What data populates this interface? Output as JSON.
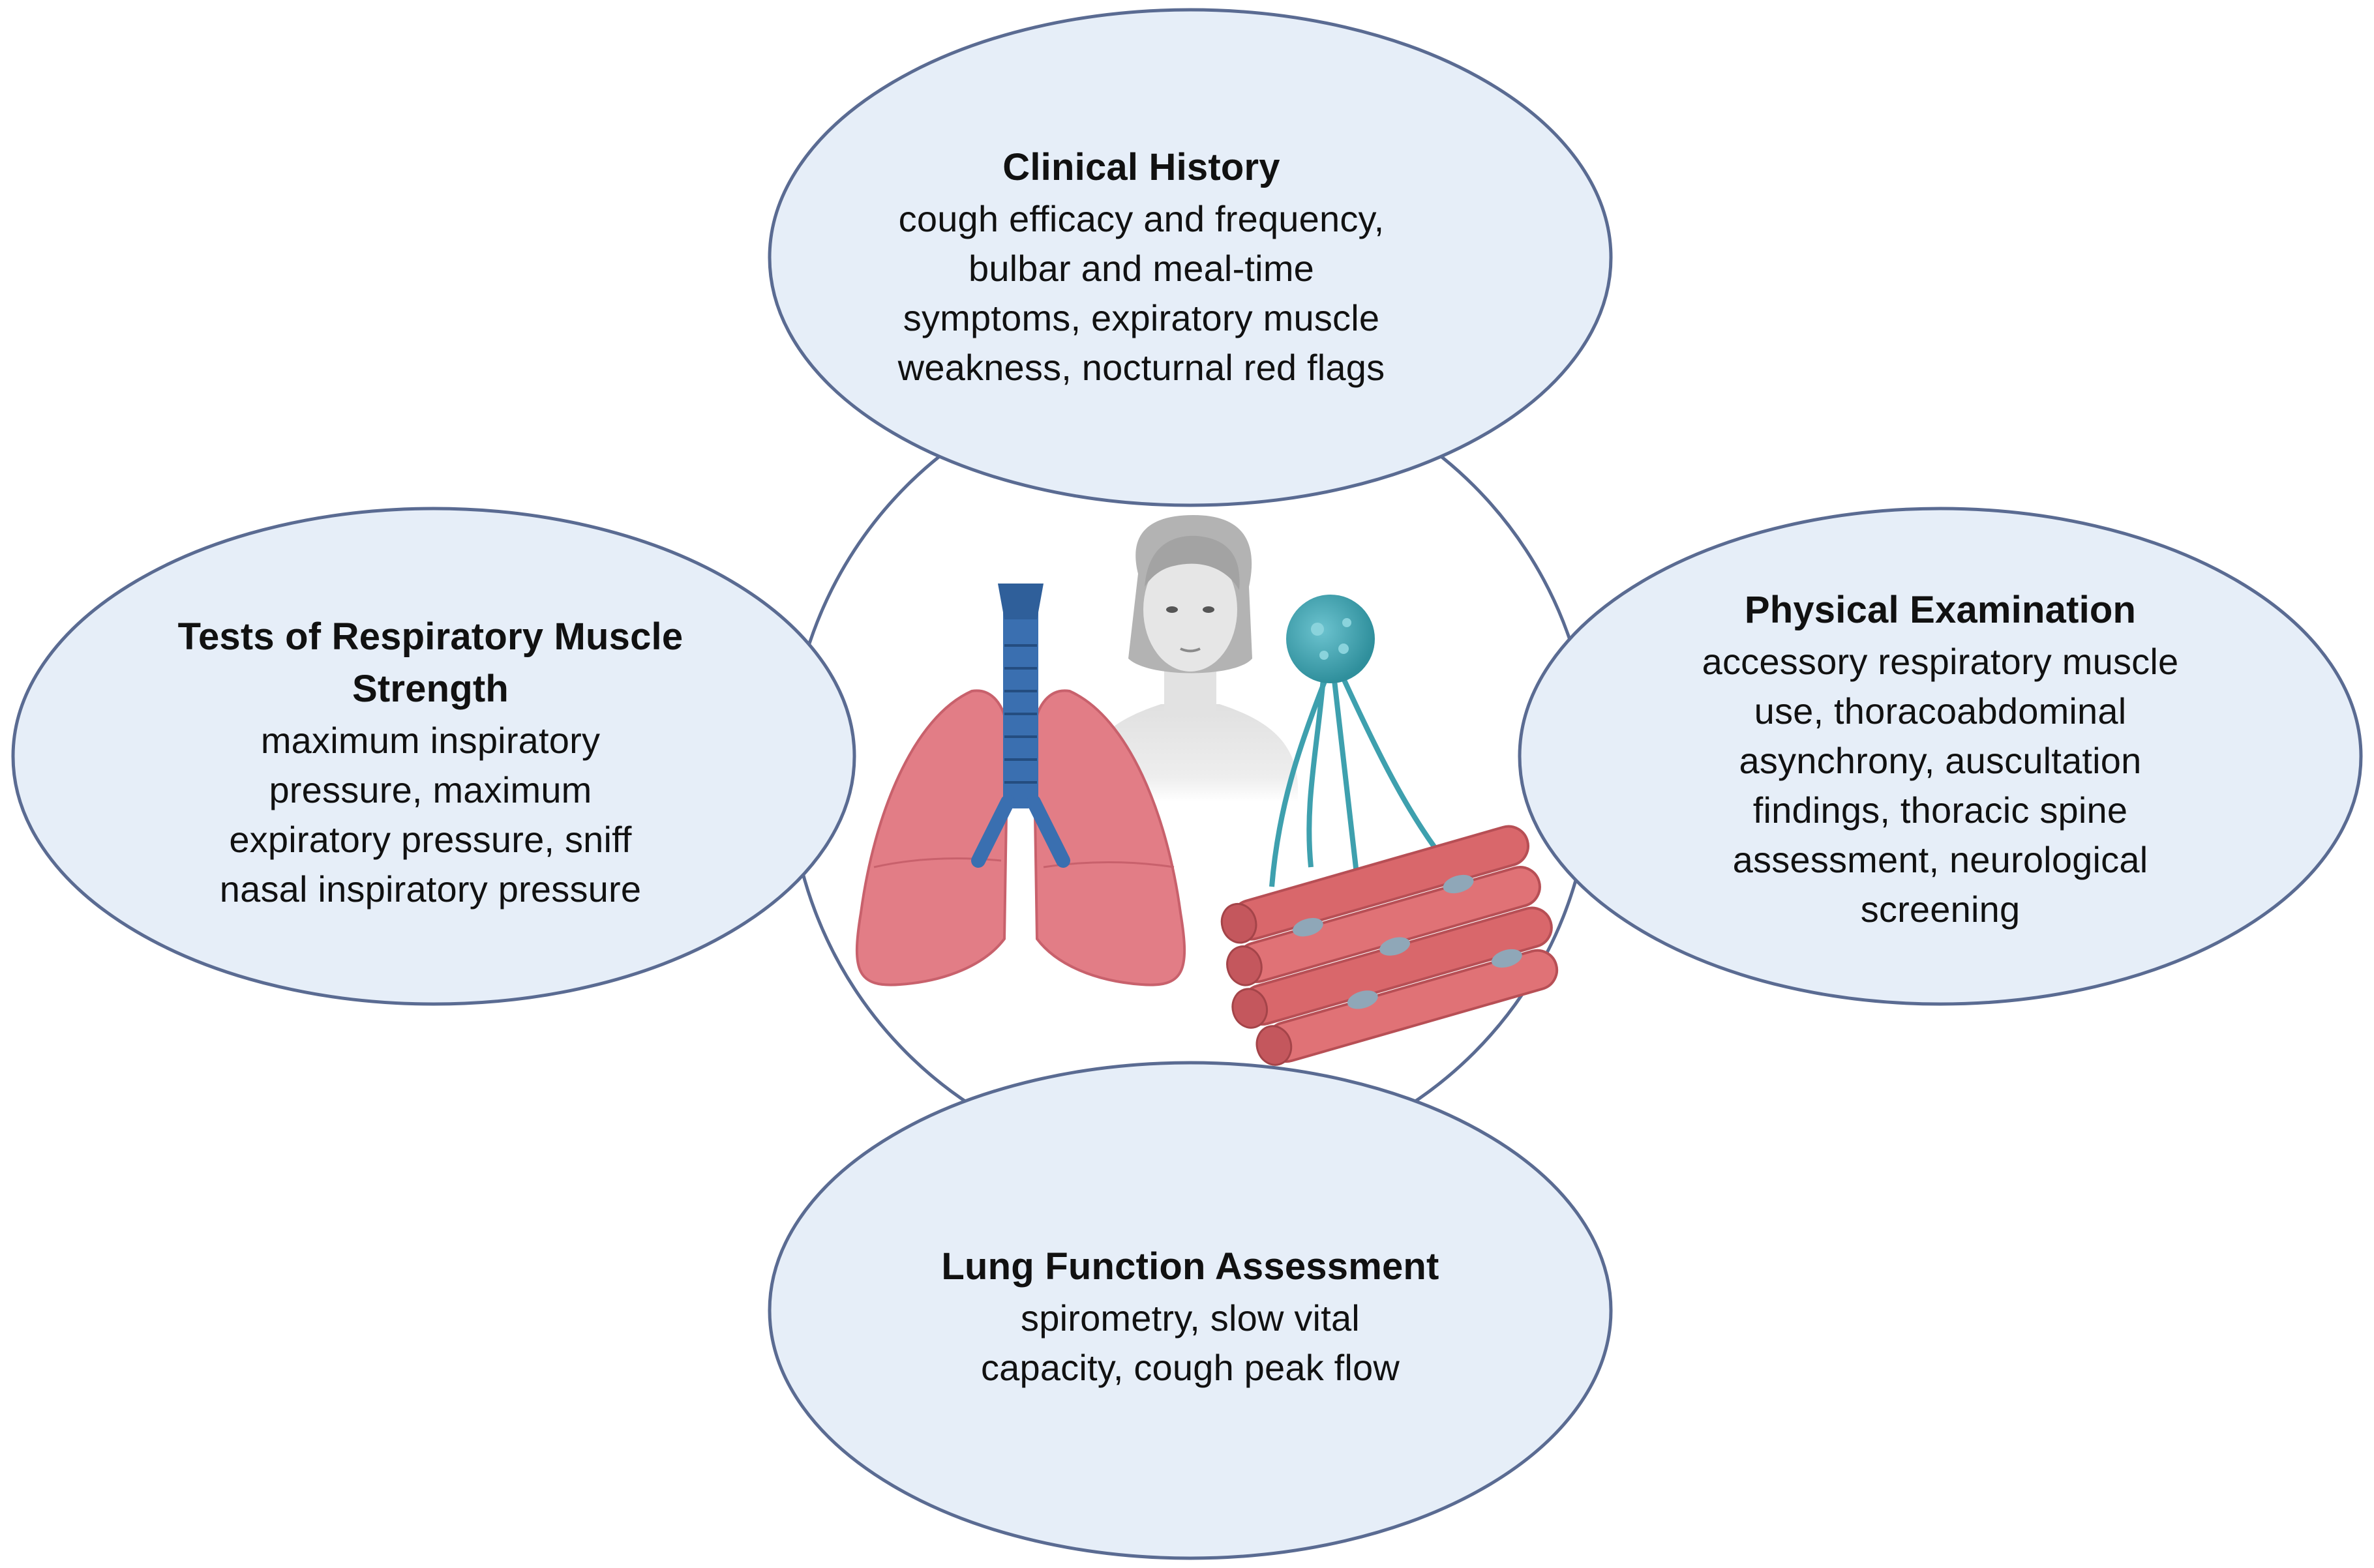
{
  "colors": {
    "ellipse_fill": "#e6eef8",
    "ellipse_stroke": "#5a6b92",
    "circle_stroke": "#5a6b92",
    "lung_fill": "#e27d86",
    "trachea_fill": "#3a6fb0",
    "muscle_fill": "#d9676b",
    "neuron_fill": "#3ea0ae",
    "person_fill": "#cfcfcf"
  },
  "icons": [
    "lungs-trachea-illustration",
    "person-illustration",
    "motor-neuron-illustration",
    "muscle-fibers-illustration"
  ],
  "sections": {
    "clinical_history": {
      "heading": "Clinical History",
      "lines": [
        "cough efficacy and frequency,",
        "bulbar and meal-time",
        "symptoms, expiratory muscle",
        "weakness, nocturnal red flags"
      ]
    },
    "physical_examination": {
      "heading": "Physical Examination",
      "lines": [
        "accessory respiratory muscle",
        "use, thoracoabdominal",
        "asynchrony, auscultation",
        "findings, thoracic spine",
        "assessment, neurological",
        "screening"
      ]
    },
    "respiratory_muscle_strength": {
      "heading_lines": [
        "Tests of Respiratory Muscle",
        "Strength"
      ],
      "lines": [
        "maximum inspiratory",
        "pressure, maximum",
        "expiratory pressure, sniff",
        "nasal inspiratory pressure"
      ]
    },
    "lung_function": {
      "heading": "Lung Function Assessment",
      "lines": [
        "spirometry, slow vital",
        "capacity, cough peak flow"
      ]
    }
  }
}
